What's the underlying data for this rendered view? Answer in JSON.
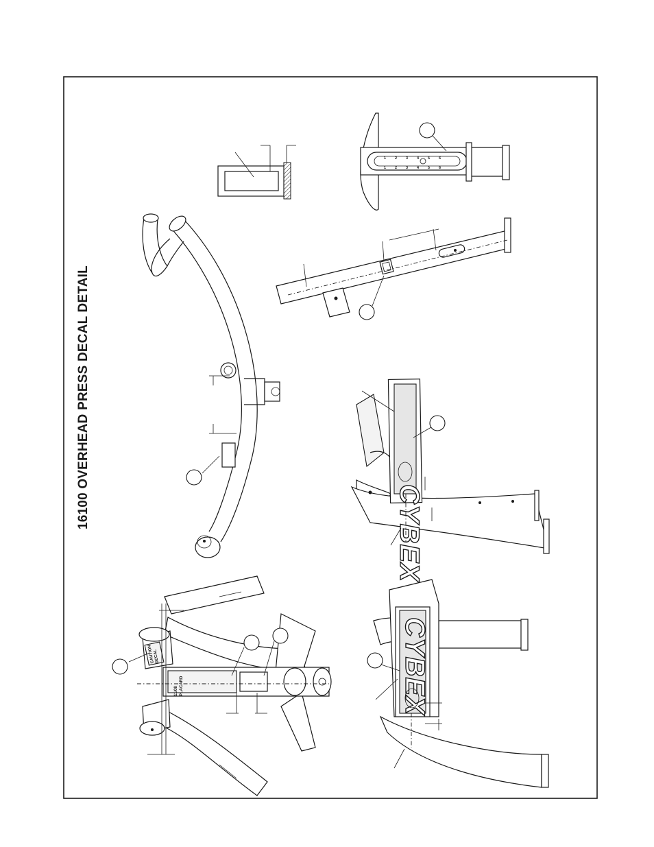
{
  "title": "16100 OVERHEAD PRESS DECAL DETAIL",
  "logo_text": "CYBEX",
  "placard_text_line1": "11/08",
  "placard_text_line2": "PLACARD",
  "warning_decal_line1": "CAUTION",
  "warning_decal_line2": "DECAL"
}
